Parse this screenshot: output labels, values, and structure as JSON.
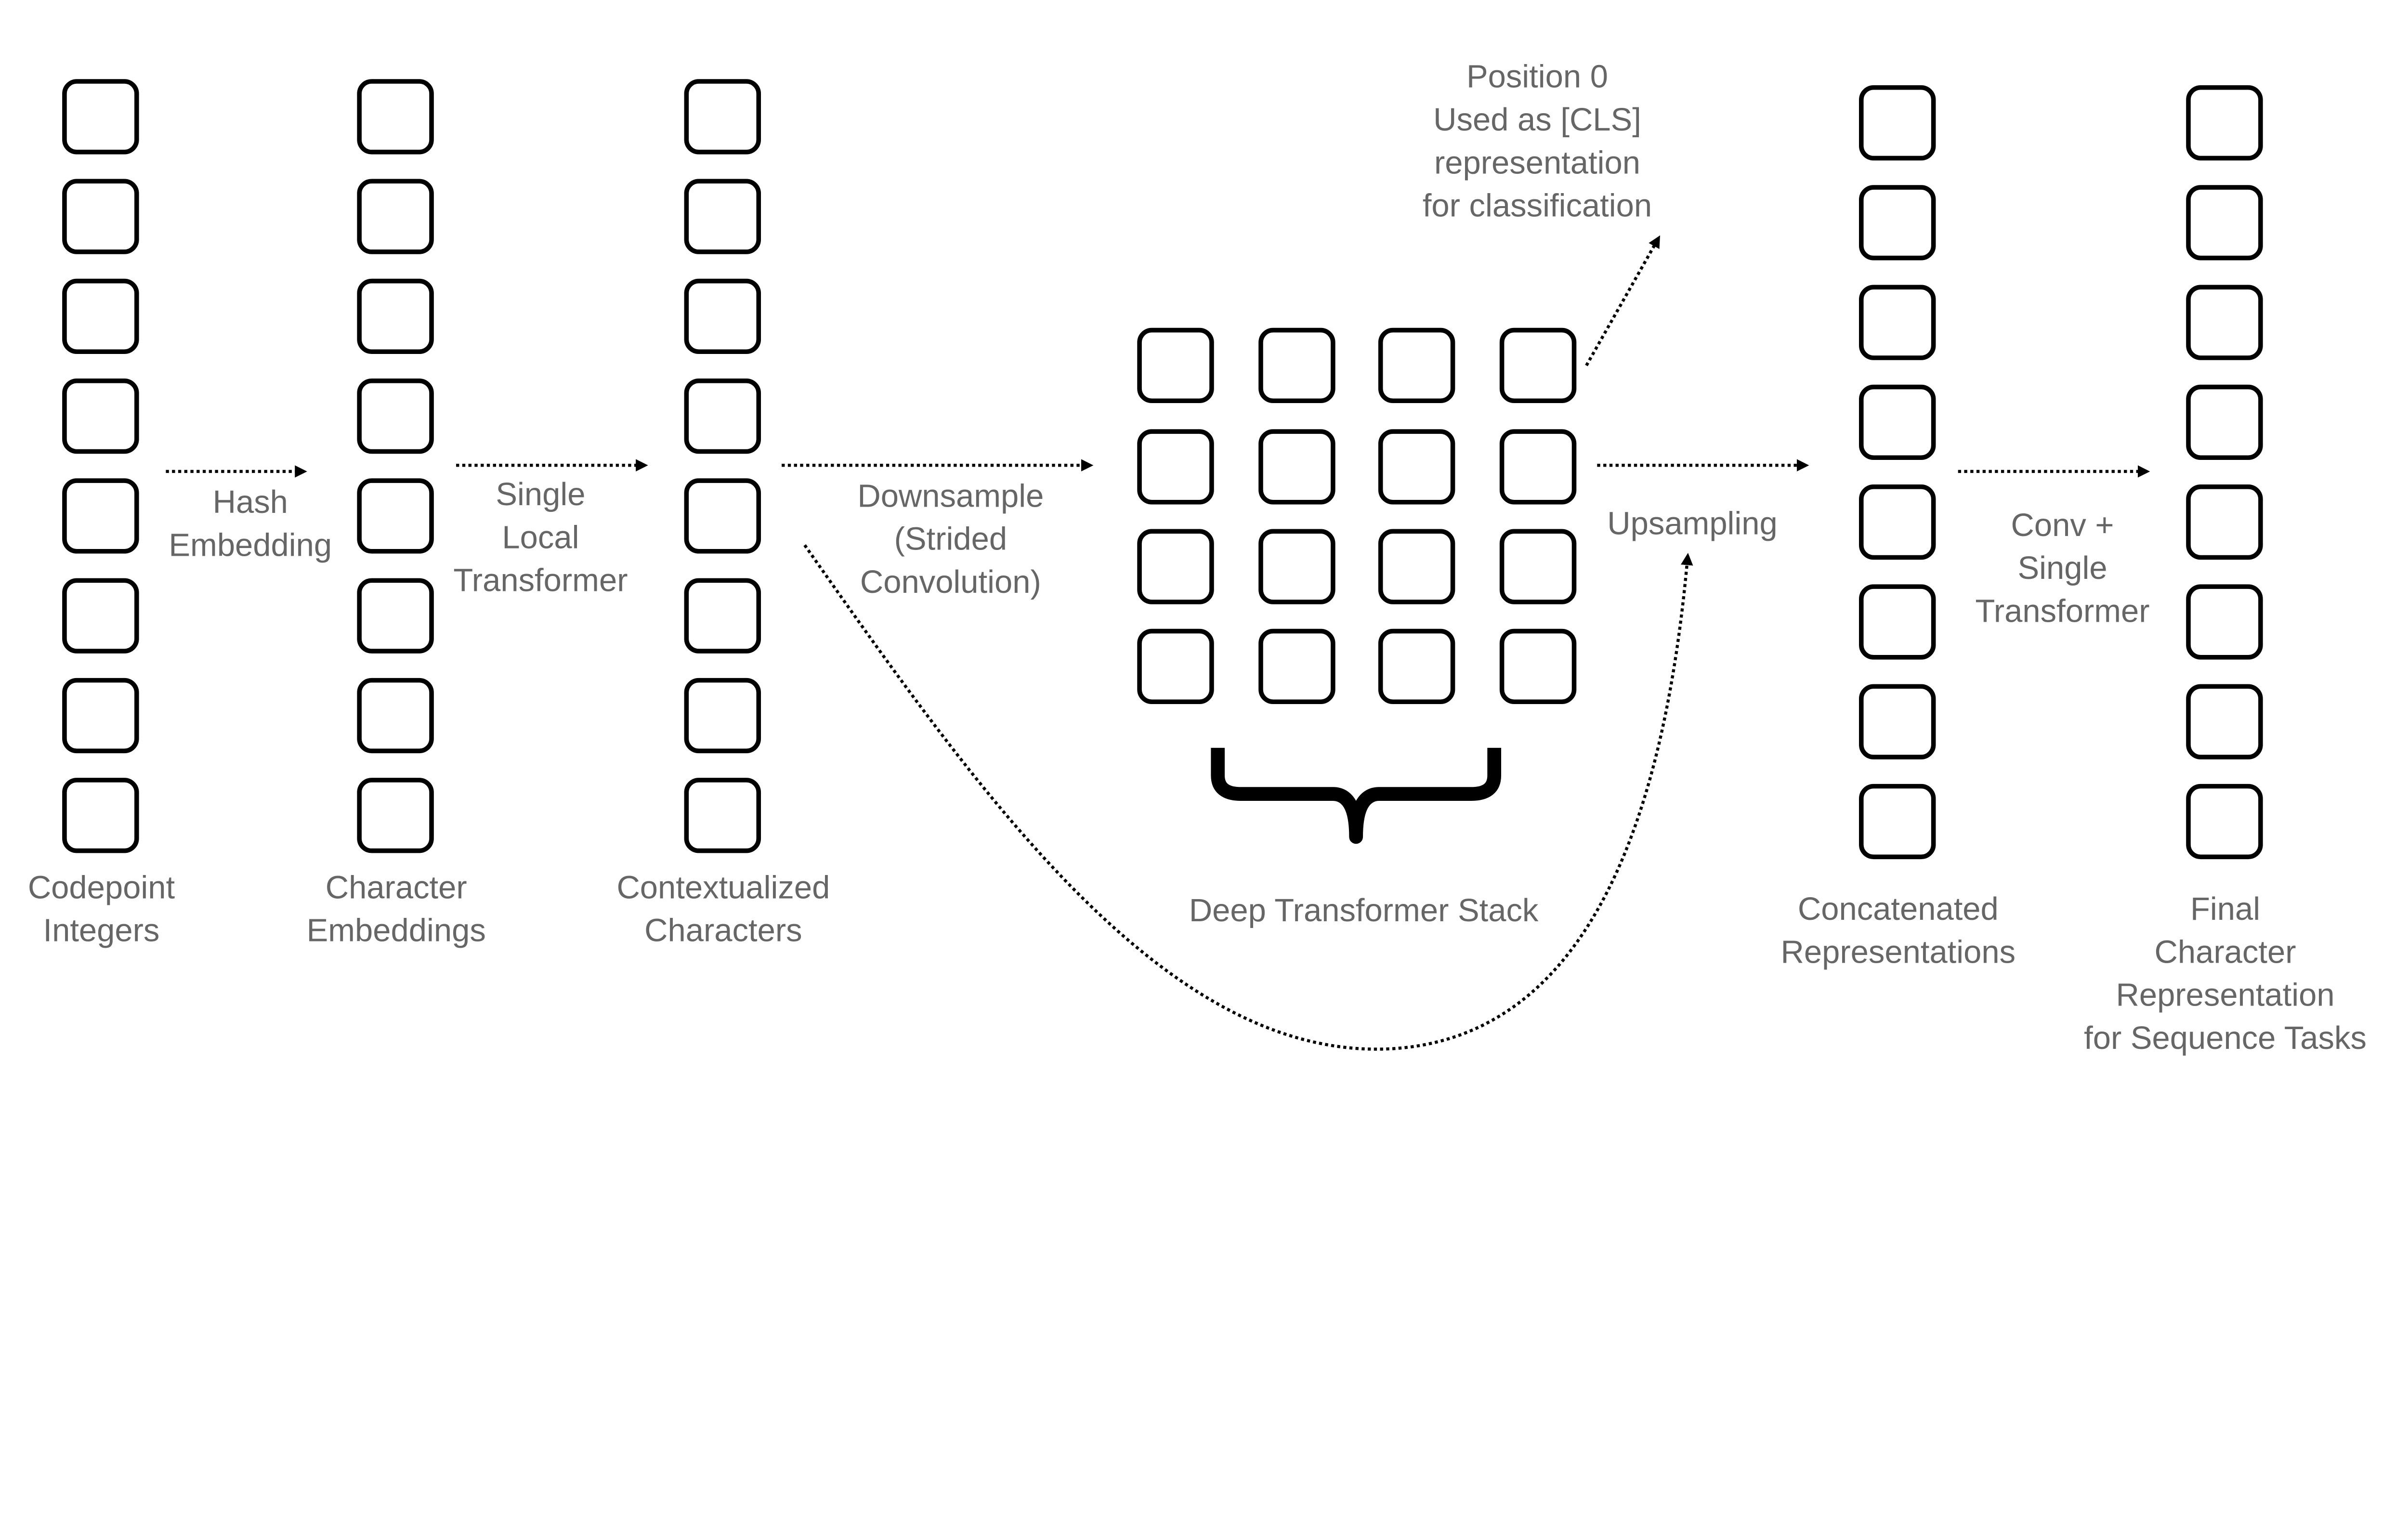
{
  "columns": [
    {
      "label": [
        "Codepoint",
        "Integers"
      ]
    },
    {
      "label": [
        "Character",
        "Embeddings"
      ]
    },
    {
      "label": [
        "Contextualized",
        "Characters"
      ]
    },
    {
      "label": [
        "Concatenated",
        "Representations"
      ]
    },
    {
      "label": [
        "Final",
        "Character",
        "Representation",
        "for Sequence Tasks"
      ]
    }
  ],
  "arrows": [
    {
      "label": [
        "Hash",
        "Embedding"
      ]
    },
    {
      "label": [
        "Single",
        "Local",
        "Transformer"
      ]
    },
    {
      "label": [
        "Downsample",
        "(Strided",
        "Convolution)"
      ]
    },
    {
      "label": [
        "Upsampling"
      ]
    },
    {
      "label": [
        "Conv +",
        "Single",
        "Transformer"
      ]
    }
  ],
  "cls_note": [
    "Position 0",
    "Used as [CLS]",
    "representation",
    "for classification"
  ],
  "stack_label": "Deep Transformer Stack",
  "colors": {
    "text": "#666666",
    "stroke": "#000000"
  }
}
